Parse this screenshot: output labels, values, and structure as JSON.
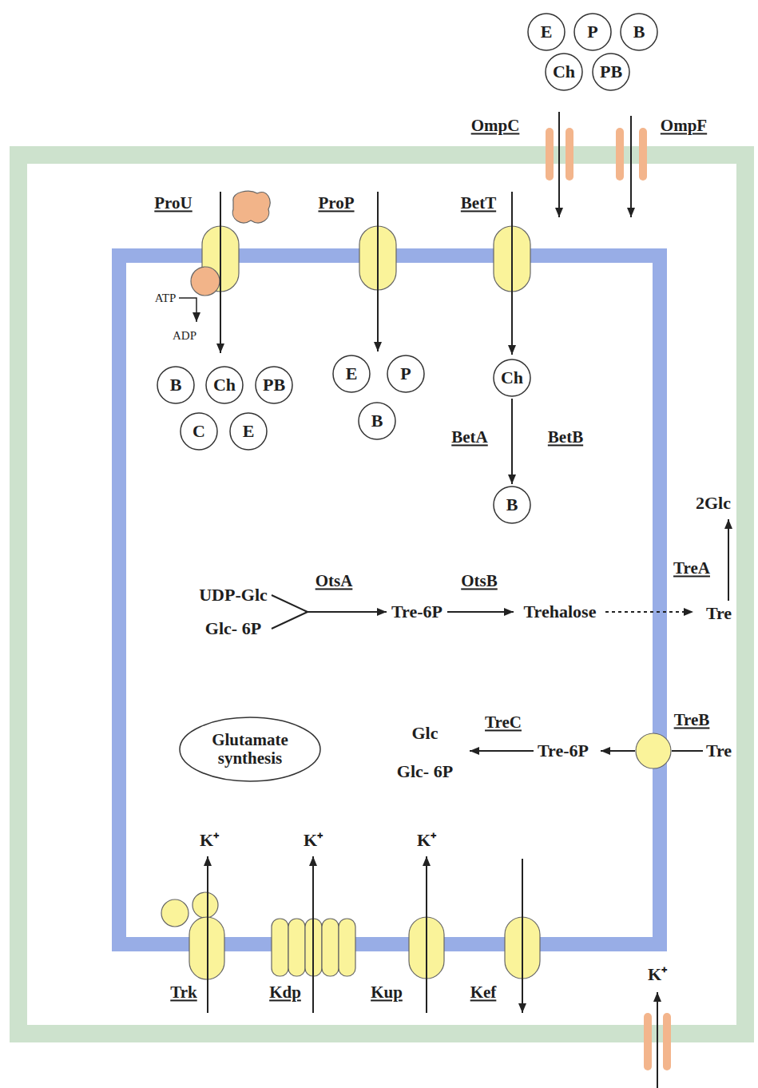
{
  "diagram": {
    "nodes": [
      {
        "text": [
          "E"
        ]
      },
      {
        "text": [
          "P"
        ]
      },
      {
        "text": [
          "B"
        ]
      },
      {
        "text": [
          "Ch"
        ]
      },
      {
        "text": [
          "PB"
        ]
      },
      {
        "text": [
          "B"
        ]
      },
      {
        "text": [
          "Ch"
        ]
      },
      {
        "text": [
          "PB"
        ]
      },
      {
        "text": [
          "C"
        ]
      },
      {
        "text": [
          "E"
        ]
      },
      {
        "text": [
          "E"
        ]
      },
      {
        "text": [
          "P"
        ]
      },
      {
        "text": [
          "B"
        ]
      },
      {
        "text": [
          "Ch"
        ]
      },
      {
        "text": [
          "B"
        ]
      },
      {
        "text": [
          "Glutamate synthesis"
        ]
      }
    ],
    "edges": [
      {
        "from": 13,
        "to": 14,
        "arrow": "to"
      }
    ],
    "labels": [
      "OmpC",
      "OmpF",
      "ProU",
      "ProP",
      "BetT",
      "ATP",
      "ADP",
      "BetA",
      "BetB",
      "2Glc",
      "TreA",
      "OtsA",
      "OtsB",
      "UDP-Glc",
      "Tre-6P",
      "Trehalose",
      "Tre",
      "Glc- 6P",
      "TreB",
      "TreC",
      "Glc",
      "Tre-6P",
      "Tre",
      "Glc- 6P",
      "K⁺",
      "K⁺",
      "K⁺",
      "K⁺",
      "Trk",
      "Kdp",
      "Kup",
      "Kef"
    ]
  }
}
